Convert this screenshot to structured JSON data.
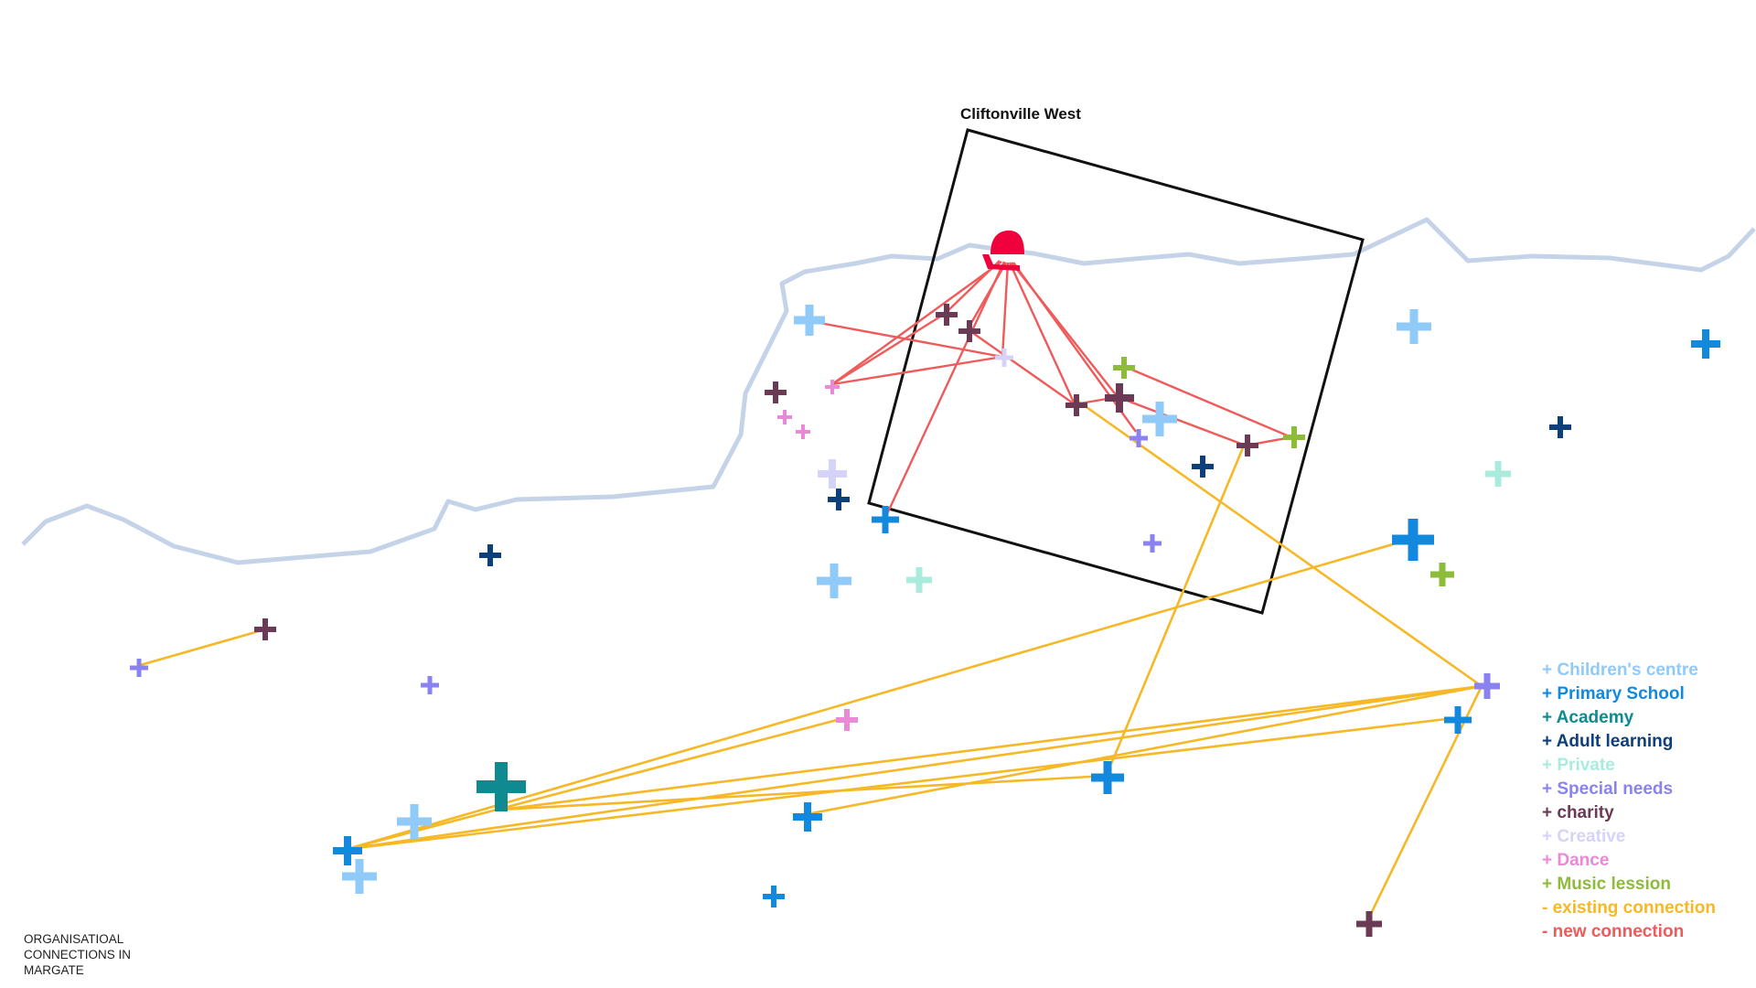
{
  "map": {
    "area_label": "Cliftonville West",
    "caption": [
      "ORGANISATIOAL",
      "CONNECTIONS IN",
      "MARGATE"
    ],
    "colors": {
      "coastline": "#c5d3e8",
      "boundary": "#111111",
      "existing_connection": "#f6b826",
      "new_connection": "#ef5a5a",
      "hub": "#f0003c"
    },
    "categories": {
      "childrens_centre": "#90caf9",
      "primary_school": "#1289dc",
      "academy": "#0e8a90",
      "adult_learning": "#0d3f7a",
      "private": "#a9ecdd",
      "special_needs": "#8a82ee",
      "charity": "#6b3a55",
      "creative": "#d5d3f7",
      "dance": "#ea8ad6",
      "music_lesson": "#8dbb3a"
    },
    "hub_icon": "bell-icon"
  },
  "legend": {
    "items": [
      {
        "key": "childrens_centre",
        "label": "+ Children's centre",
        "color": "#90caf9"
      },
      {
        "key": "primary_school",
        "label": "+ Primary School",
        "color": "#1289dc"
      },
      {
        "key": "academy",
        "label": "+ Academy",
        "color": "#0e8a90"
      },
      {
        "key": "adult_learning",
        "label": "+ Adult learning",
        "color": "#0d3f7a"
      },
      {
        "key": "private",
        "label": "+ Private",
        "color": "#a9ecdd"
      },
      {
        "key": "special_needs",
        "label": "+ Special needs",
        "color": "#8a82ee"
      },
      {
        "key": "charity",
        "label": "+ charity",
        "color": "#6b3a55"
      },
      {
        "key": "creative",
        "label": "+ Creative",
        "color": "#d5d3f7"
      },
      {
        "key": "dance",
        "label": "+ Dance",
        "color": "#ea8ad6"
      },
      {
        "key": "music_lesson",
        "label": "+ Music lession",
        "color": "#8dbb3a"
      },
      {
        "key": "existing_connection",
        "label": "- existing connection",
        "color": "#f6b826"
      },
      {
        "key": "new_connection",
        "label": "- new connection",
        "color": "#ef5a5a"
      }
    ]
  }
}
